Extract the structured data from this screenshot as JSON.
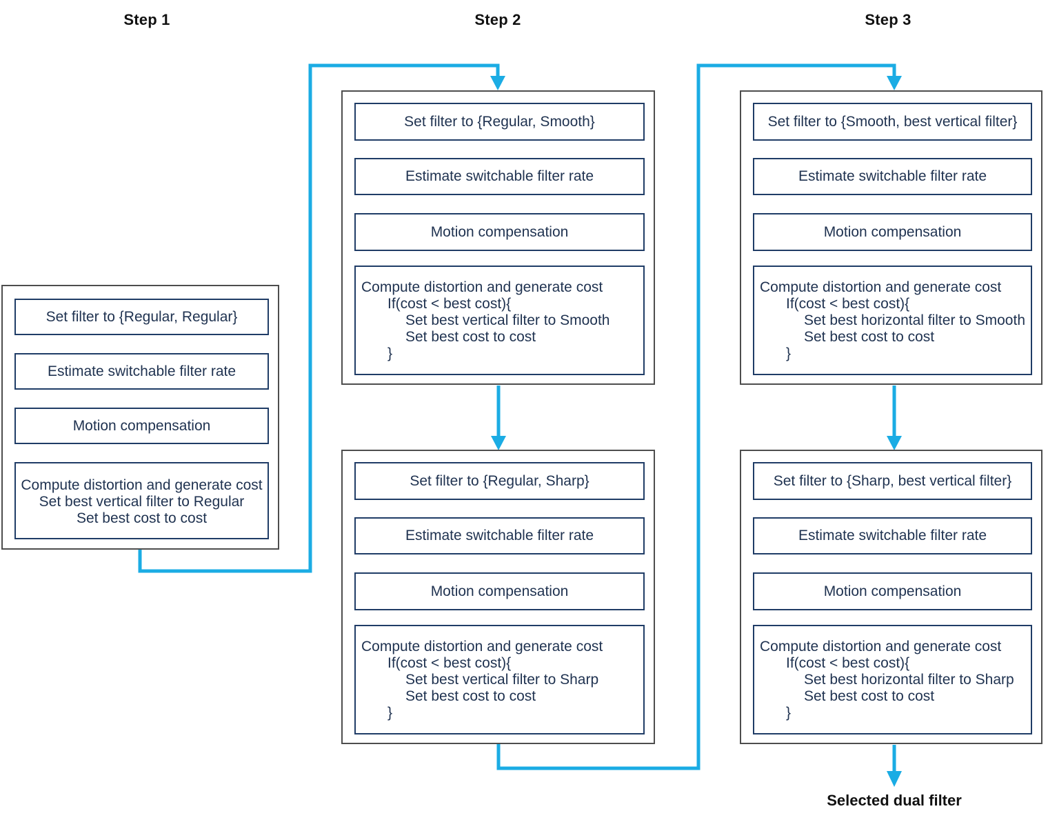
{
  "headers": [
    "Step 1",
    "Step 2",
    "Step 3"
  ],
  "panels": [
    {
      "name": "step1-initial-pass",
      "steps": [
        "Set filter to {Regular, Regular}",
        "Estimate switchable filter rate",
        "Motion compensation"
      ],
      "compute": [
        "Compute distortion and generate cost",
        "Set best vertical filter to Regular",
        "Set best cost to cost"
      ]
    },
    {
      "name": "step2-regular-smooth",
      "steps": [
        "Set filter to {Regular, Smooth}",
        "Estimate switchable filter rate",
        "Motion compensation"
      ],
      "compute": [
        "Compute distortion and generate cost",
        "If(cost < best cost){",
        "Set best vertical filter to Smooth",
        "Set best cost to cost",
        "}"
      ]
    },
    {
      "name": "step2-regular-sharp",
      "steps": [
        "Set filter to {Regular, Sharp}",
        "Estimate switchable filter rate",
        "Motion compensation"
      ],
      "compute": [
        "Compute distortion and generate cost",
        "If(cost < best cost){",
        "Set best vertical filter to Sharp",
        "Set best cost to cost",
        "}"
      ]
    },
    {
      "name": "step3-smooth-best-vertical",
      "steps": [
        "Set filter to {Smooth, best vertical filter}",
        "Estimate switchable filter rate",
        "Motion compensation"
      ],
      "compute": [
        "Compute distortion and generate cost",
        "If(cost < best cost){",
        "Set best horizontal filter to Smooth",
        "Set best cost to cost",
        "}"
      ]
    },
    {
      "name": "step3-sharp-best-vertical",
      "steps": [
        "Set filter to {Sharp, best vertical filter}",
        "Estimate switchable filter rate",
        "Motion compensation"
      ],
      "compute": [
        "Compute distortion and generate cost",
        "If(cost < best cost){",
        "Set best horizontal filter to Sharp",
        "Set best cost to cost",
        "}"
      ]
    }
  ],
  "footer_label": "Selected dual filter",
  "colors": {
    "arrow": "#1BACE4",
    "outer_border": "#4d4d4d",
    "inner_border": "#1f3c66",
    "box_text": "#1f3250",
    "heading_text": "#111111",
    "background": "#ffffff"
  }
}
